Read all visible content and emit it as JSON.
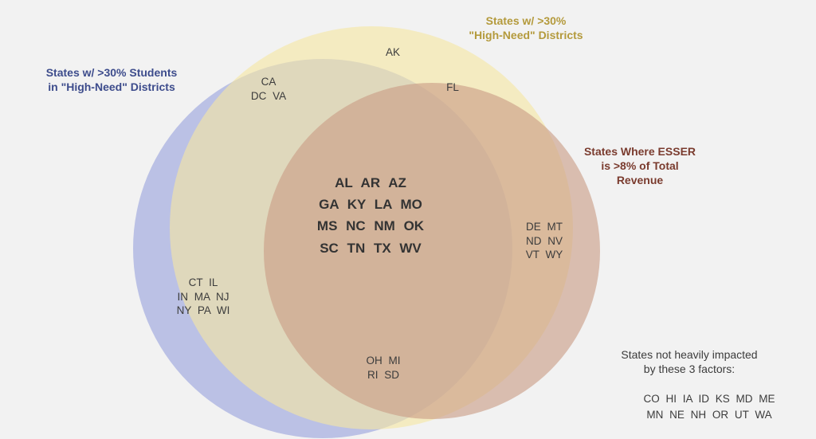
{
  "colors": {
    "background": "#f2f2f2",
    "students_circle": "#9aa3dd",
    "districts_circle": "#f5e6a3",
    "esser_circle": "#c99c86",
    "students_title": "#3d4c8c",
    "districts_title": "#b49a3c",
    "esser_title": "#7a3b2e"
  },
  "sets": {
    "students": {
      "title_lines": [
        "States w/ >30% Students",
        "in \"High-Need\" Districts"
      ]
    },
    "districts": {
      "title_lines": [
        "States w/ >30%",
        "\"High-Need\" Districts"
      ]
    },
    "esser": {
      "title_lines": [
        "States Where ESSER",
        "is >8% of Total",
        "Revenue"
      ]
    }
  },
  "regions": {
    "districts_only": [
      "AK"
    ],
    "districts_esser": [
      "FL"
    ],
    "students_districts": [
      "CA",
      "DC  VA"
    ],
    "all_three": [
      "AL  AR  AZ",
      "GA  KY  LA  MO",
      "MS  NC  NM  OK",
      "SC  TN  TX  WV"
    ],
    "esser_only": [
      "DE  MT",
      "ND  NV",
      "VT  WY"
    ],
    "students_only": [
      "CT  IL",
      "IN  MA  NJ",
      "NY  PA  WI"
    ],
    "students_esser": [
      "OH  MI",
      "RI  SD"
    ]
  },
  "not_impacted": {
    "title_lines": [
      "States not heavily impacted",
      "by these 3 factors:"
    ],
    "state_lines": [
      "CO  HI  IA  ID  KS  MD  ME",
      "MN  NE  NH  OR  UT  WA"
    ]
  }
}
